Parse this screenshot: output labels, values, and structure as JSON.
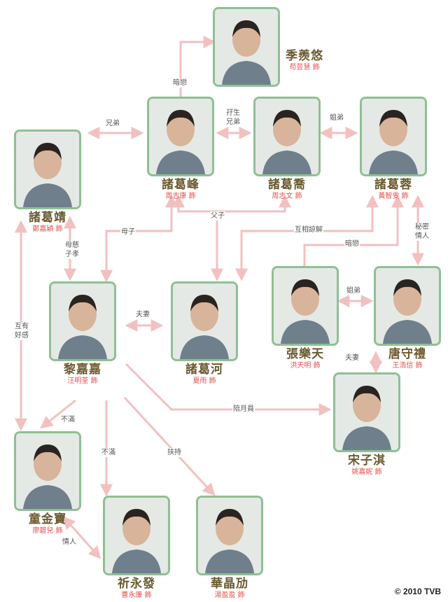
{
  "colors": {
    "frame": "#8fbf95",
    "edge": "#f2c0c0",
    "name": "#6b5a30",
    "actor": "#e0524f"
  },
  "characters": {
    "ji": {
      "name": "季羨悠",
      "actor": "苟芸慧 飾"
    },
    "zhugefeng": {
      "name": "諸葛峰",
      "actor": "周志康 飾"
    },
    "zhugeqiao": {
      "name": "諸葛喬",
      "actor": "周志文 飾"
    },
    "zhugerong": {
      "name": "諸葛蓉",
      "actor": "黃智雯 飾"
    },
    "zhugejing": {
      "name": "諸葛靖",
      "actor": "鄭嘉穎 飾"
    },
    "lijiajia": {
      "name": "黎嘉嘉",
      "actor": "汪明荃 飾"
    },
    "zhugehe": {
      "name": "諸葛河",
      "actor": "夏雨 飾"
    },
    "zhangletian": {
      "name": "張樂天",
      "actor": "洪天明 飾"
    },
    "tangshouli": {
      "name": "唐守禮",
      "actor": "王浩信 飾"
    },
    "songziqi": {
      "name": "宋子淇",
      "actor": "姚嘉妮 飾"
    },
    "tongjinbao": {
      "name": "童金寶",
      "actor": "廖碧兒 飾"
    },
    "qiyongfa": {
      "name": "祈永發",
      "actor": "曹永廉 飾"
    },
    "huajingmai": {
      "name": "華晶劢",
      "actor": "湯盈盈 飾"
    }
  },
  "relations": {
    "anlian1": "暗戀",
    "xiongdi": "兄弟",
    "luansheng": "孖生兄弟",
    "jiedi1": "姐弟",
    "muzi": "母子",
    "fuzi": "父子",
    "huxiang": "互相諒解",
    "anlian2": "暗戀",
    "mimi": "秘密情人",
    "muci": "母慈子孝",
    "fuqi1": "夫妻",
    "jiedi2": "姐弟",
    "fuqi2": "夫妻",
    "huyou": "互有好感",
    "peiyue": "陪月員",
    "buman1": "不滿",
    "buman2": "不滿",
    "fuchi": "扶持",
    "qingren": "情人"
  },
  "copyright": "© 2010 TVB"
}
